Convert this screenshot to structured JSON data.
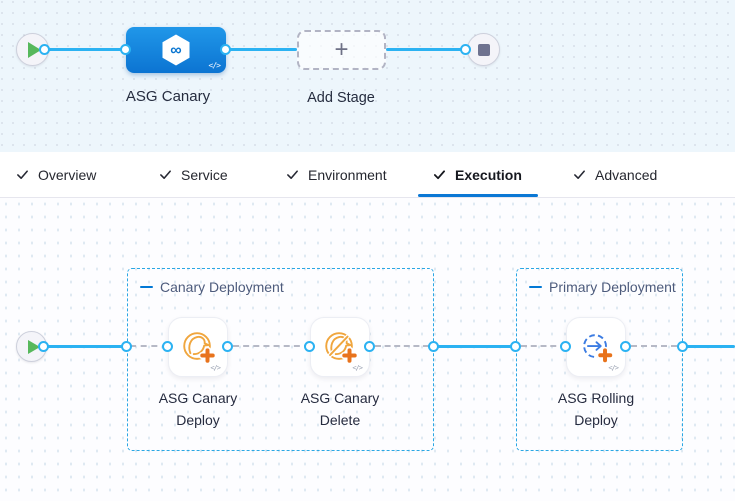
{
  "icons": {
    "check": "✓",
    "plus": "+",
    "code": "</>",
    "infinity": "∞"
  },
  "colors": {
    "accent_blue": "#0278d5",
    "line_blue": "#2bb2f2",
    "stage_blue": "#1588e0",
    "group_border_blue": "#2aa7e4",
    "canary_orange": "#f0a63e",
    "asg_orange": "#e8731c",
    "rolling_blue": "#3c7ce2",
    "play_green": "#57b85c"
  },
  "stage_graph": {
    "stage_label": "ASG Canary",
    "add_stage_label": "Add Stage"
  },
  "tabs": [
    {
      "label": "Overview",
      "checked": true,
      "active": false
    },
    {
      "label": "Service",
      "checked": true,
      "active": false
    },
    {
      "label": "Environment",
      "checked": true,
      "active": false
    },
    {
      "label": "Execution",
      "checked": true,
      "active": true
    },
    {
      "label": "Advanced",
      "checked": true,
      "active": false
    }
  ],
  "execution": {
    "groups": [
      {
        "name": "Canary Deployment",
        "steps": [
          {
            "label": "ASG Canary Deploy"
          },
          {
            "label": "ASG Canary Delete"
          }
        ]
      },
      {
        "name": "Primary Deployment",
        "steps": [
          {
            "label": "ASG Rolling Deploy"
          }
        ]
      }
    ]
  }
}
